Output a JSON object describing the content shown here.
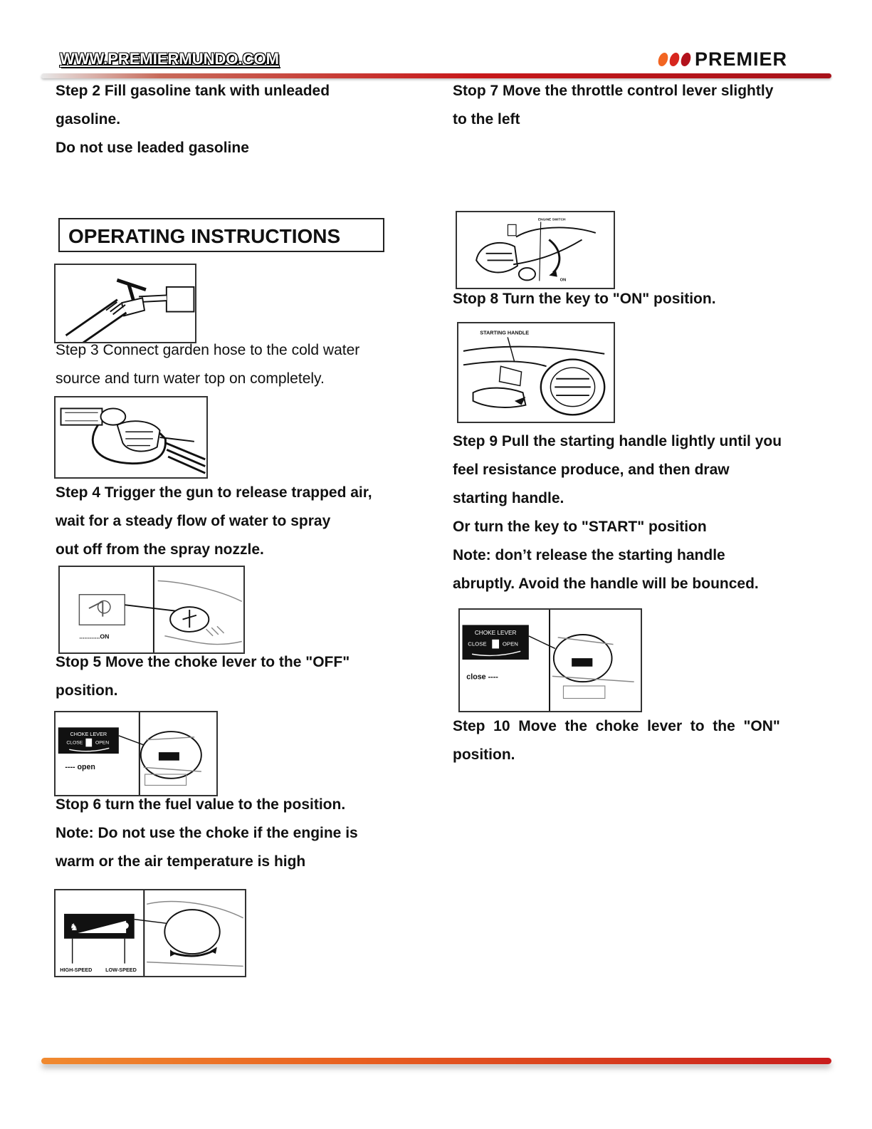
{
  "header": {
    "website": "WWW.PREMIERMUNDO.COM",
    "brand": "PREMIER",
    "brand_colors": [
      "#f26522",
      "#d7261e",
      "#b3121c"
    ]
  },
  "left_column": {
    "step2": [
      "Step 2 Fill gasoline tank with unleaded",
      "gasoline.",
      "Do not use leaded gasoline"
    ],
    "section_title": "OPERATING INSTRUCTIONS",
    "step3": [
      "Step 3 Connect garden hose to the cold water",
      "source and turn water top on completely."
    ],
    "step4": [
      "Step 4 Trigger the gun to release trapped air,",
      "wait for a steady flow of water to spray",
      "out off from the spray nozzle."
    ],
    "step5": [
      "Stop 5 Move the choke lever to the \"OFF\"",
      "position."
    ],
    "step6": [
      "Stop 6 turn the fuel value to the position.",
      "Note: Do not use the choke if the engine is",
      "warm or the air temperature is high"
    ]
  },
  "right_column": {
    "step7": [
      "Stop 7 Move the throttle control lever slightly",
      "to the left"
    ],
    "step8": [
      "Stop 8 Turn the key to \"ON\" position."
    ],
    "step9": [
      "Step 9 Pull the starting handle lightly until you",
      "feel resistance produce, and then draw",
      "starting handle.",
      "Or turn the key to \"START\" position",
      "Note: don’t release the starting handle",
      "abruptly. Avoid the handle will be bounced."
    ],
    "step10": [
      "Step  10  Move  the  choke  lever  to  the  \"ON\"",
      "position."
    ]
  },
  "figure_labels": {
    "fuel_on": "............ON",
    "choke_lever": "CHOKE LEVER",
    "choke_close": "CLOSE",
    "choke_open": "OPEN",
    "choke_open_pos": "---- open",
    "choke_close_pos": "close ----",
    "high_speed": "HIGH-SPEED",
    "low_speed": "LOW-SPEED",
    "starting_handle": "STARTING HANDLE",
    "throttle_label": "ENGINE SWITCH",
    "key_on": "ON"
  }
}
